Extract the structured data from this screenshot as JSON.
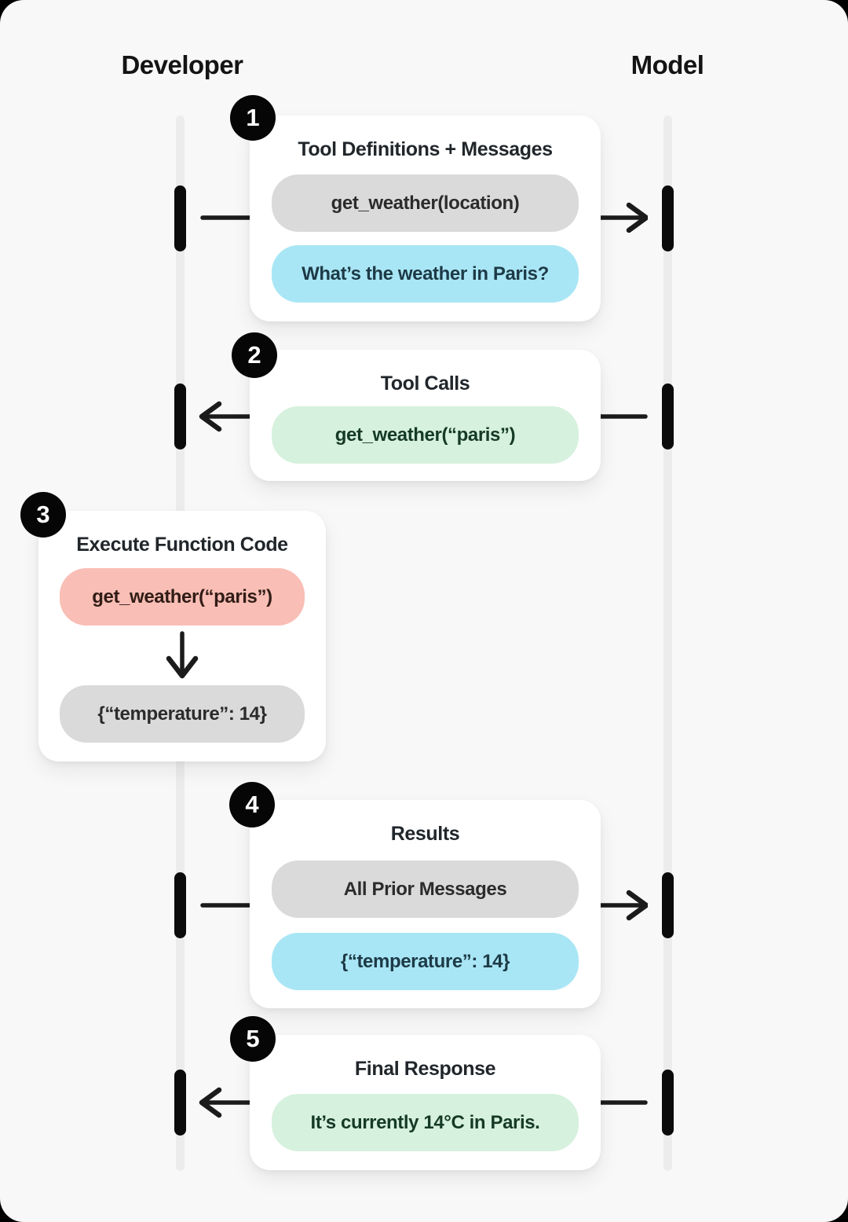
{
  "columns": {
    "left_label": "Developer",
    "right_label": "Model"
  },
  "steps": [
    {
      "number": "1",
      "title": "Tool Definitions + Messages",
      "direction": "developer-to-model",
      "pills": [
        {
          "text": "get_weather(location)",
          "color": "gray"
        },
        {
          "text": "What’s the weather in Paris?",
          "color": "blue"
        }
      ]
    },
    {
      "number": "2",
      "title": "Tool Calls",
      "direction": "model-to-developer",
      "pills": [
        {
          "text": "get_weather(“paris”)",
          "color": "green"
        }
      ]
    },
    {
      "number": "3",
      "title": "Execute Function Code",
      "direction": "internal-down-arrow",
      "pills": [
        {
          "text": "get_weather(“paris”)",
          "color": "red"
        },
        {
          "text": "{“temperature”: 14}",
          "color": "gray"
        }
      ]
    },
    {
      "number": "4",
      "title": "Results",
      "direction": "developer-to-model",
      "pills": [
        {
          "text": "All Prior Messages",
          "color": "gray"
        },
        {
          "text": "{“temperature”: 14}",
          "color": "blue"
        }
      ]
    },
    {
      "number": "5",
      "title": "Final Response",
      "direction": "model-to-developer",
      "pills": [
        {
          "text": "It’s currently 14°C in Paris.",
          "color": "green"
        }
      ]
    }
  ],
  "palette": {
    "canvas_background": "#f8f8f8",
    "card_background": "#ffffff",
    "lifeline": "#ececec",
    "activation_bar": "#0b0b0b",
    "arrow": "#1b1b1b",
    "pill_gray": "#dadada",
    "pill_blue": "#a9e6f5",
    "pill_green": "#d6f1dd",
    "pill_red": "#f9beb5"
  }
}
